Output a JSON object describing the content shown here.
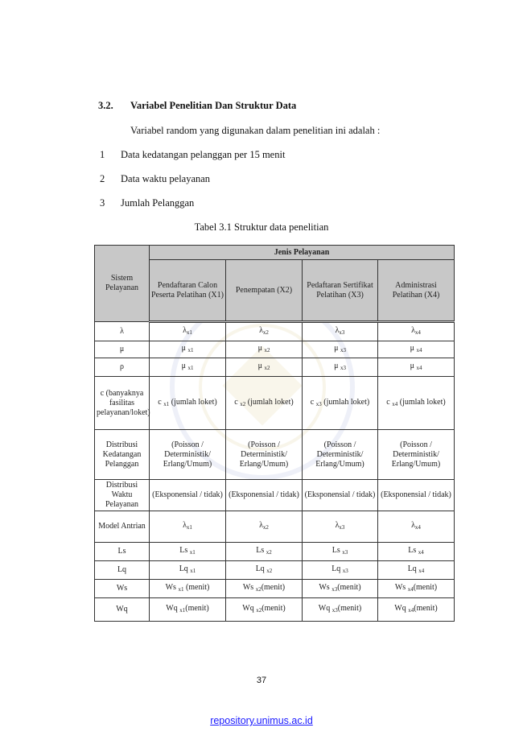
{
  "section": {
    "number": "3.2.",
    "title": "Variabel Penelitian Dan Struktur Data"
  },
  "intro": "Variabel random yang digunakan dalam penelitian ini adalah :",
  "items": [
    {
      "n": "1",
      "text": "Data kedatangan pelanggan per 15 menit"
    },
    {
      "n": "2",
      "text": "Data waktu pelayanan"
    },
    {
      "n": "3",
      "text": "Jumlah Pelanggan"
    }
  ],
  "caption": "Tabel 3.1  Struktur data penelitian",
  "table": {
    "row_header": "Sistem Pelayanan",
    "group_header": "Jenis Pelayanan",
    "columns": [
      "Pendaftaran Calon Peserta Pelatihan (X1)",
      "Penempatan (X2)",
      "Pedaftaran Sertifikat Pelatihan (X3)",
      "Administrasi Pelatihan (X4)"
    ],
    "rows": [
      {
        "label": "λ",
        "cells": [
          [
            "λ",
            "x1",
            ""
          ],
          [
            "λ",
            "x2",
            ""
          ],
          [
            "λ",
            "x3",
            ""
          ],
          [
            "λ",
            "x4",
            ""
          ]
        ]
      },
      {
        "label": "μ",
        "cells": [
          [
            "μ ",
            "x1",
            ""
          ],
          [
            "μ ",
            "x2",
            ""
          ],
          [
            "μ ",
            "x3",
            ""
          ],
          [
            "μ ",
            "x4",
            ""
          ]
        ]
      },
      {
        "label": "ρ",
        "cells": [
          [
            "μ ",
            "x1",
            ""
          ],
          [
            "μ ",
            "x2",
            ""
          ],
          [
            "μ ",
            "x3",
            ""
          ],
          [
            "μ ",
            "x4",
            ""
          ]
        ]
      },
      {
        "label": "c (banyaknya fasilitas pelayanan/loket)",
        "cells": [
          [
            "c ",
            "x1",
            " (jumlah loket)"
          ],
          [
            "c ",
            "x2",
            " (jumlah loket)"
          ],
          [
            "c ",
            "x3",
            " (jumlah loket)"
          ],
          [
            "c ",
            "x4",
            " (jumlah loket)"
          ]
        ]
      },
      {
        "label": "Distribusi Kedatangan Pelanggan",
        "cells": [
          [
            "(Poisson / Deterministik/ Erlang/Umum)",
            "",
            ""
          ],
          [
            "(Poisson / Deterministik/ Erlang/Umum)",
            "",
            ""
          ],
          [
            "(Poisson / Deterministik/ Erlang/Umum)",
            "",
            ""
          ],
          [
            "(Poisson / Deterministik/ Erlang/Umum)",
            "",
            ""
          ]
        ]
      },
      {
        "label": "Distribusi Waktu Pelayanan",
        "cells": [
          [
            "(Eksponensial / tidak)",
            "",
            ""
          ],
          [
            "(Eksponensial / tidak)",
            "",
            ""
          ],
          [
            "(Eksponensial / tidak)",
            "",
            ""
          ],
          [
            "(Eksponensial / tidak)",
            "",
            ""
          ]
        ]
      },
      {
        "label": "Model Antrian",
        "cells": [
          [
            "λ",
            "x1",
            ""
          ],
          [
            "λ",
            "x2",
            ""
          ],
          [
            "λ",
            "x3",
            ""
          ],
          [
            "λ",
            "x4",
            ""
          ]
        ]
      },
      {
        "label": "Ls",
        "cells": [
          [
            "Ls ",
            "x1",
            ""
          ],
          [
            "Ls ",
            "x2",
            ""
          ],
          [
            "Ls ",
            "x3",
            ""
          ],
          [
            "Ls ",
            "x4",
            ""
          ]
        ]
      },
      {
        "label": "Lq",
        "cells": [
          [
            "Lq ",
            "x1",
            ""
          ],
          [
            "Lq ",
            "x2",
            ""
          ],
          [
            "Lq ",
            "x3",
            ""
          ],
          [
            "Lq ",
            "x4",
            ""
          ]
        ]
      },
      {
        "label": "Ws",
        "cells": [
          [
            "Ws ",
            "x1",
            " (menit)"
          ],
          [
            "Ws ",
            "x2",
            "(menit)"
          ],
          [
            "Ws ",
            "x3",
            "(menit)"
          ],
          [
            "Ws ",
            "x4",
            "(menit)"
          ]
        ]
      },
      {
        "label": "Wq",
        "cells": [
          [
            "Wq ",
            "x1",
            "(menit)"
          ],
          [
            "Wq ",
            "x2",
            "(menit)"
          ],
          [
            "Wq ",
            "x3",
            "(menit)"
          ],
          [
            "Wq ",
            "x4",
            "(menit)"
          ]
        ]
      }
    ]
  },
  "page_number": "37",
  "footer_link": "repository.unimus.ac.id"
}
